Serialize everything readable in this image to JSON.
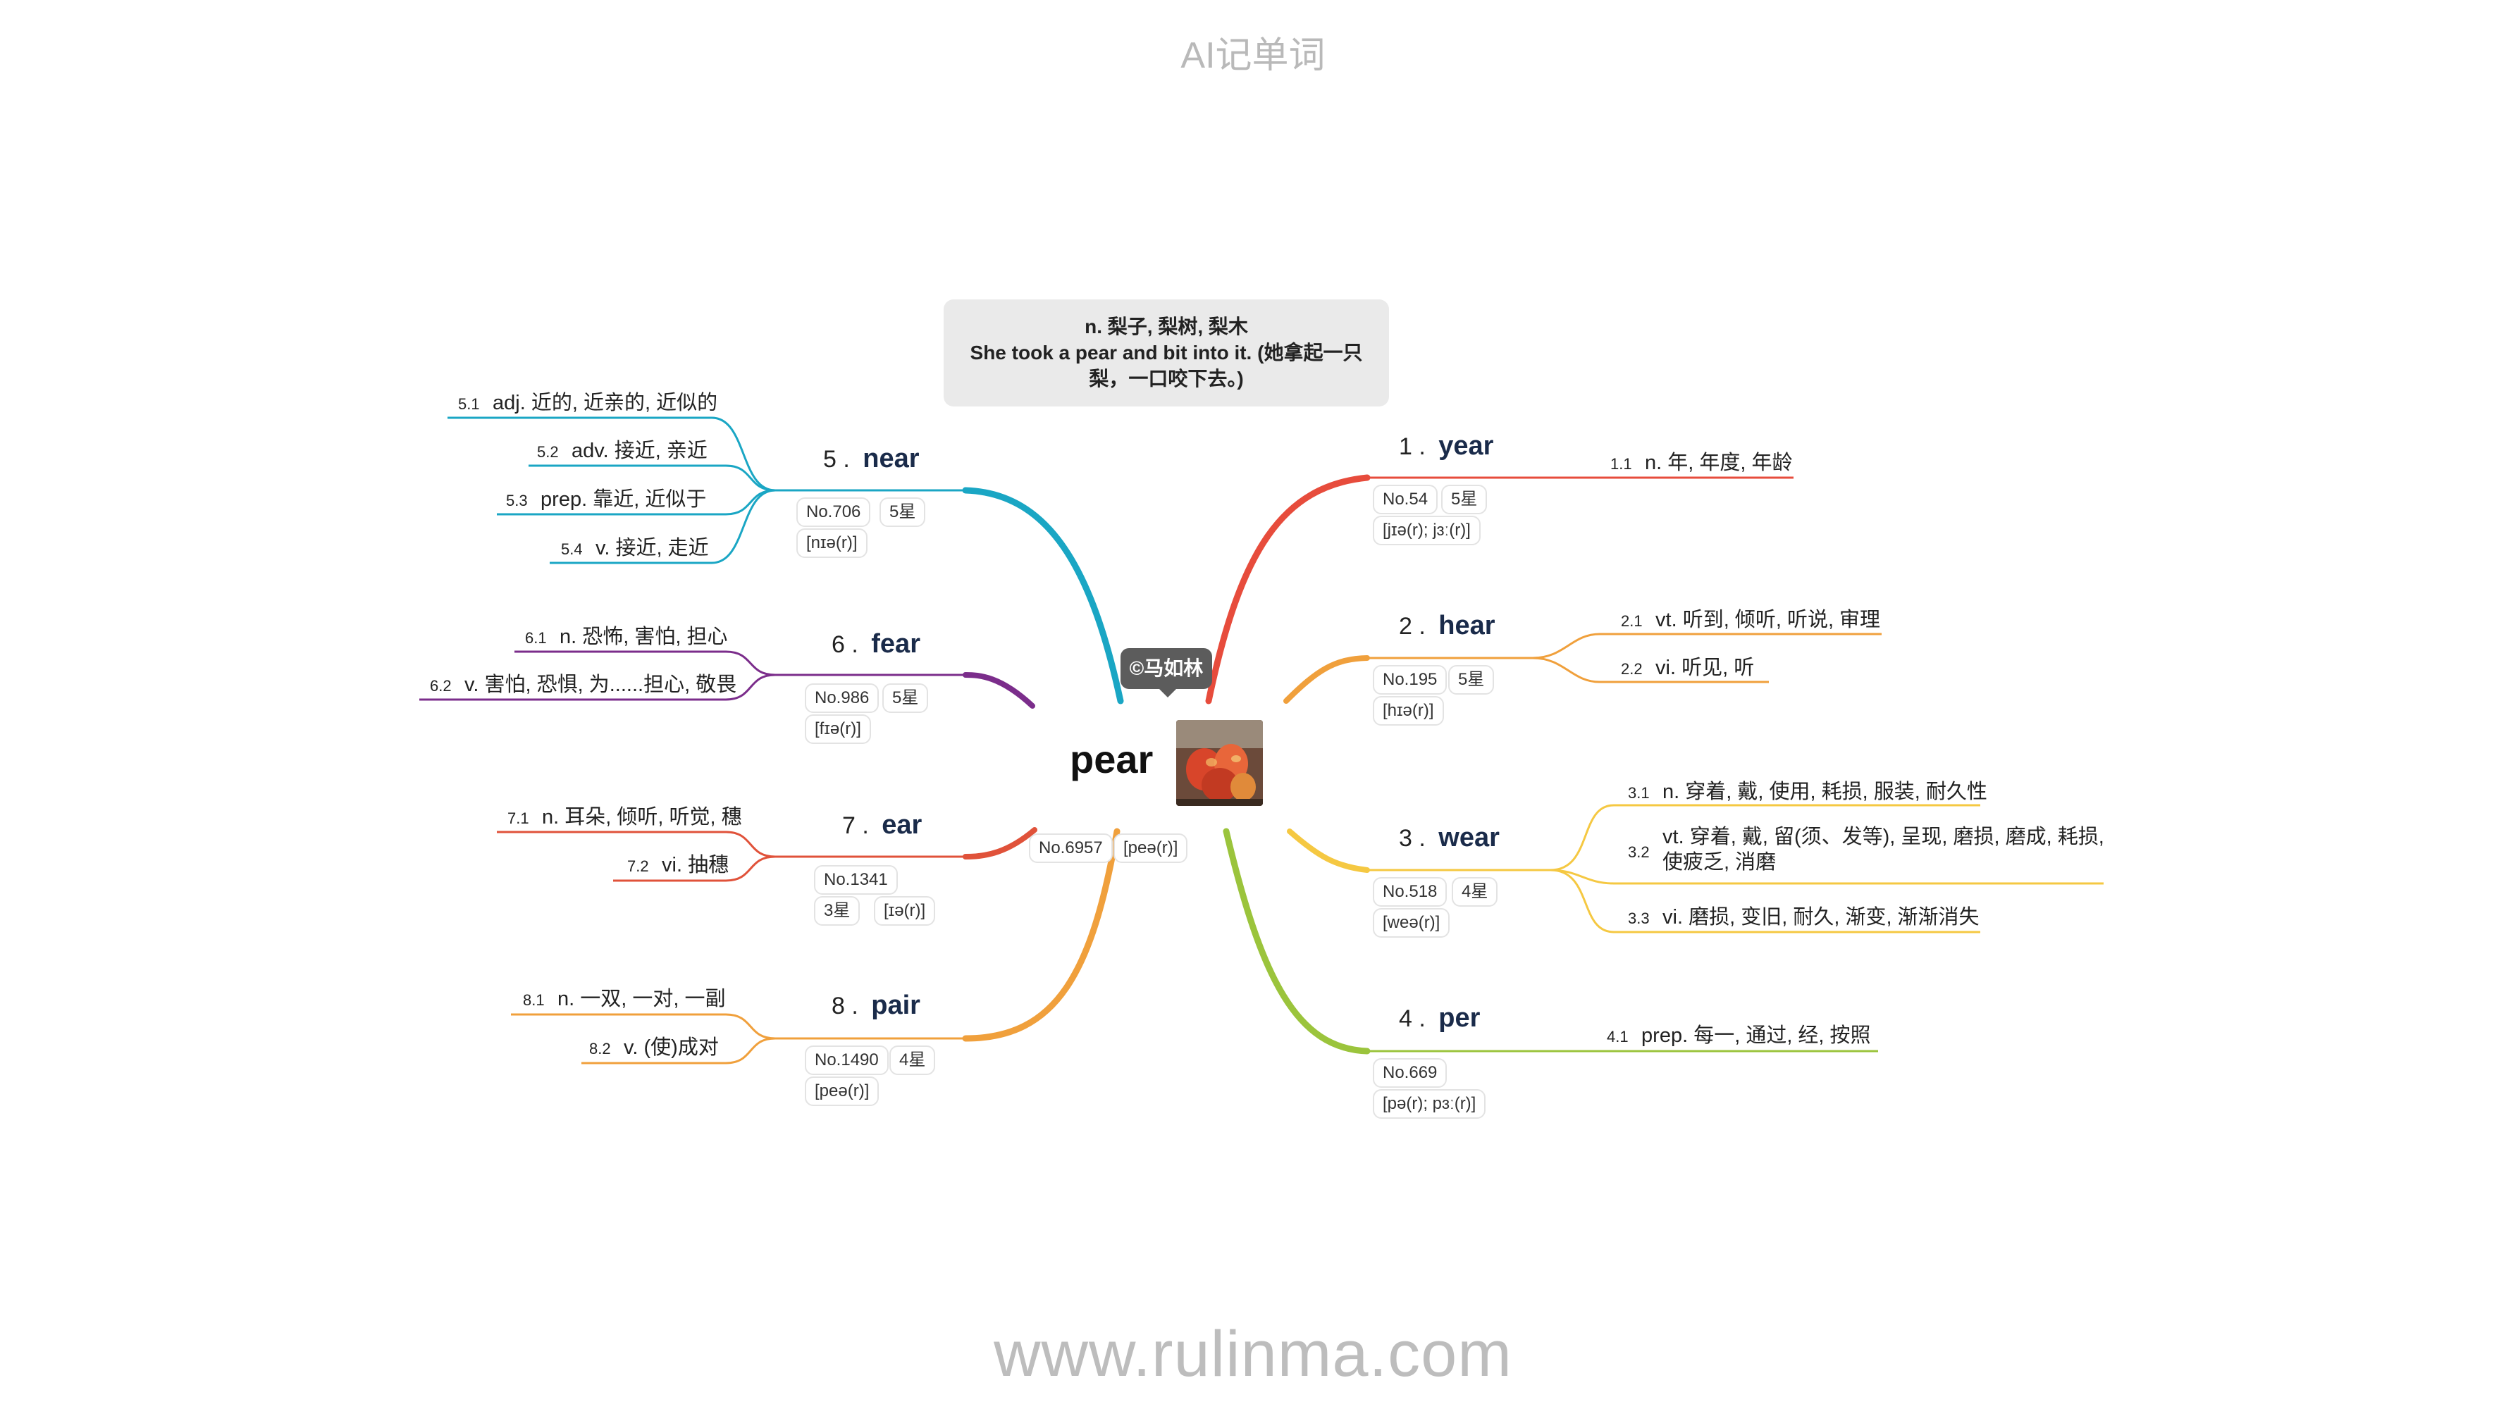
{
  "header": "AI记单词",
  "footer": "www.rulinma.com",
  "note": {
    "line1": "n. 梨子, 梨树, 梨木",
    "line2": "She took a pear and bit into it. (她拿起一只",
    "line3": "梨，一口咬下去。)"
  },
  "center": {
    "word": "pear",
    "rank": "No.6957",
    "phonetic": "[peə(r)]",
    "copyright": "©马如林"
  },
  "colors": {
    "red": "#e74c3c",
    "orange": "#f0a03c",
    "yellow": "#f5c842",
    "green": "#9bc43c",
    "cyan": "#1aa6c4",
    "purple": "#7b2d8b",
    "coral": "#e0523a",
    "amber": "#f0a03c"
  },
  "branches": [
    {
      "idx": "1 .",
      "word": "year",
      "rank": "No.54",
      "stars": "5星",
      "phonetic": "[jɪə(r); jɜː(r)]",
      "subs": [
        {
          "idx": "1.1",
          "text": "n. 年, 年度, 年龄"
        }
      ]
    },
    {
      "idx": "2 .",
      "word": "hear",
      "rank": "No.195",
      "stars": "5星",
      "phonetic": "[hɪə(r)]",
      "subs": [
        {
          "idx": "2.1",
          "text": "vt. 听到, 倾听, 听说, 审理"
        },
        {
          "idx": "2.2",
          "text": "vi. 听见, 听"
        }
      ]
    },
    {
      "idx": "3 .",
      "word": "wear",
      "rank": "No.518",
      "stars": "4星",
      "phonetic": "[weə(r)]",
      "subs": [
        {
          "idx": "3.1",
          "text": "n. 穿着, 戴, 使用, 耗损, 服装, 耐久性"
        },
        {
          "idx": "3.2",
          "text": "vt. 穿着, 戴, 留(须、发等), 呈现, 磨损, 磨成, 耗损,",
          "text2": "使疲乏, 消磨"
        },
        {
          "idx": "3.3",
          "text": "vi. 磨损, 变旧, 耐久, 渐变, 渐渐消失"
        }
      ]
    },
    {
      "idx": "4 .",
      "word": "per",
      "rank": "No.669",
      "phonetic": "[pə(r); pɜː(r)]",
      "subs": [
        {
          "idx": "4.1",
          "text": "prep. 每一, 通过, 经, 按照"
        }
      ]
    },
    {
      "idx": "5 .",
      "word": "near",
      "rank": "No.706",
      "stars": "5星",
      "phonetic": "[nɪə(r)]",
      "subs": [
        {
          "idx": "5.1",
          "text": "adj. 近的, 近亲的, 近似的"
        },
        {
          "idx": "5.2",
          "text": "adv. 接近, 亲近"
        },
        {
          "idx": "5.3",
          "text": "prep. 靠近, 近似于"
        },
        {
          "idx": "5.4",
          "text": "v. 接近, 走近"
        }
      ]
    },
    {
      "idx": "6 .",
      "word": "fear",
      "rank": "No.986",
      "stars": "5星",
      "phonetic": "[fɪə(r)]",
      "subs": [
        {
          "idx": "6.1",
          "text": "n. 恐怖, 害怕, 担心"
        },
        {
          "idx": "6.2",
          "text": "v. 害怕, 恐惧, 为......担心, 敬畏"
        }
      ]
    },
    {
      "idx": "7 .",
      "word": "ear",
      "rank": "No.1341",
      "stars": "3星",
      "phonetic": "[ɪə(r)]",
      "subs": [
        {
          "idx": "7.1",
          "text": "n. 耳朵, 倾听, 听觉, 穗"
        },
        {
          "idx": "7.2",
          "text": "vi. 抽穗"
        }
      ]
    },
    {
      "idx": "8 .",
      "word": "pair",
      "rank": "No.1490",
      "stars": "4星",
      "phonetic": "[peə(r)]",
      "subs": [
        {
          "idx": "8.1",
          "text": "n. 一双, 一对, 一副"
        },
        {
          "idx": "8.2",
          "text": "v. (使)成对"
        }
      ]
    }
  ]
}
